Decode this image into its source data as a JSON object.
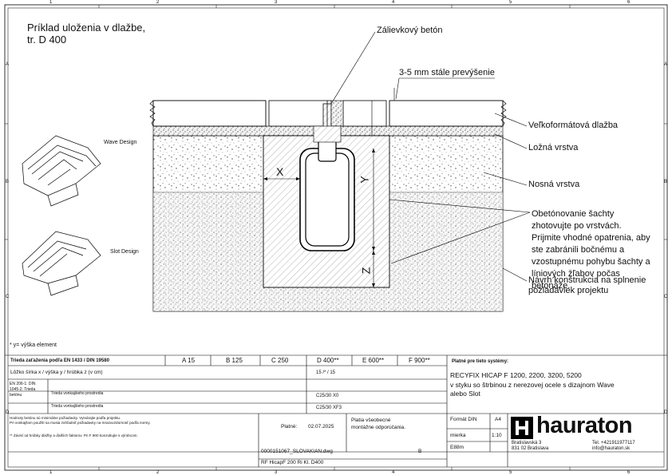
{
  "title": {
    "line1": "Príklad uloženia v dlažbe,",
    "line2": "tr. D 400"
  },
  "border": {
    "cols": [
      "1",
      "2",
      "3",
      "4",
      "5",
      "6"
    ],
    "rows": [
      "A",
      "B",
      "C",
      "D"
    ]
  },
  "callouts": {
    "concrete": "Zálievkový betón",
    "elevation": "3-5 mm stále prevýšenie",
    "paving": "Veľkoformátová dlažba",
    "bedding": "Ložná vrstva",
    "base": "Nosná vrstva",
    "encasement": [
      "Obetónovanie šachty",
      "zhotovujte po vrstvách.",
      "Prijmite vhodné opatrenia, aby",
      "ste zabránili bočnému a",
      "vzostupnému pohybu šachty a",
      "líniových žľabov počas",
      "betonáže."
    ],
    "construction": [
      "Návrh konštrukcia na splnenie",
      "požiadaviek projektu"
    ]
  },
  "dimension_labels": {
    "x": "X",
    "y": "Y",
    "z": "Z"
  },
  "products": {
    "wave": "Wave Design",
    "slot": "Slot Design"
  },
  "footnote": "* y= výška element",
  "table": {
    "header": "Trieda zaťaženia podľa EN 1433 / DIN 19580",
    "classes": [
      "A 15",
      "B 125",
      "C 250",
      "D 400**",
      "E 600**",
      "F 900**"
    ],
    "row1_label": "Lôžko šírka x / výška y / hrúbka z (v cm)",
    "row1_value": "15 /* / 15",
    "side_label": "EN 206-1: DIN 1045-2: Trieda betónu",
    "row2_label": "Trieda vonkajšieho prostredia",
    "row2_value": "C25/30 X0",
    "row3_label": "Trieda vonkajšieho prostredia",
    "row3_value": "C25/30 XF3",
    "notes1": "Hodnoty betónu sú minimálne požiadavky. Vytvárajte podľa projektu.",
    "notes2": "Pri vonkajšom použití sa musia zohľadniť požiadavky na mrazuvzdornosť podľa normy.",
    "notes3": "** Závisí od hrúbky dlažby a ďalších faktorov. Pri F 900 konzultujte s výrobcom."
  },
  "validity": {
    "label": "Platné pre tieto systémy:",
    "line1": "RECYFIX HICAP F 1200, 2200, 3200, 5200",
    "line2": "v styku so štrbinou z nerezovej ocele s dizajnom Wave",
    "line3": "alebo Slot"
  },
  "valid_from_label": "Platné:",
  "valid_from": "02.07.2025",
  "check_note": [
    "Platia všeobecné",
    "montážne odporúčania."
  ],
  "format_label": "Formát DIN",
  "format_value": "A4",
  "scale_label": "mierka",
  "scale_value": "1:10",
  "code": "E88m",
  "filename": "0000151067_SLOVAKIAN.dwg",
  "revision": "B",
  "drawing_id": "RF HicapF 200 Ri Kl. D400",
  "company": {
    "logo": "hauraton",
    "address1": "Bratislavská 3",
    "address2": "831 02 Bratislava",
    "phone": "Tel. +421911977117",
    "email": "info@hauraton.sk"
  }
}
